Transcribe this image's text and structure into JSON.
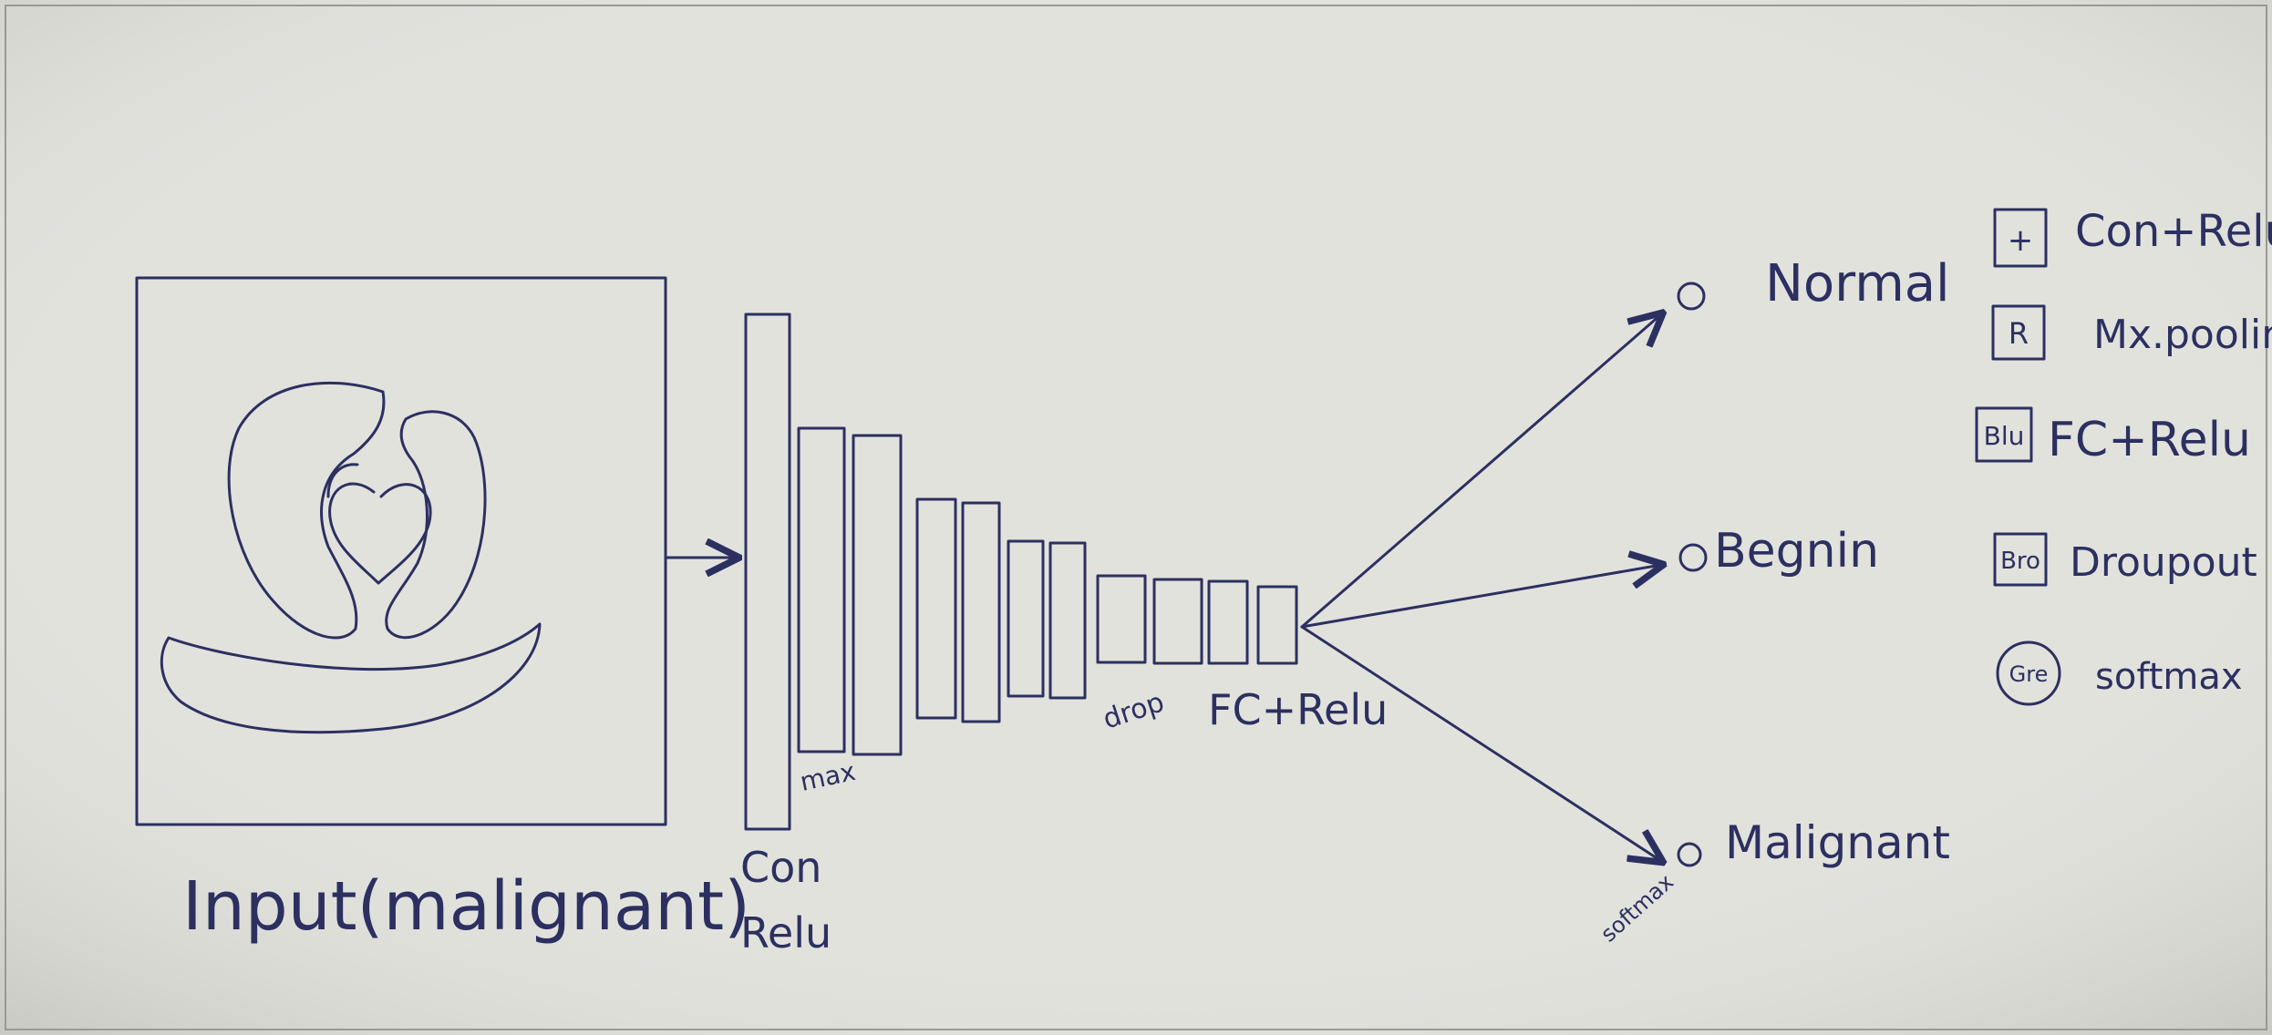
{
  "input": {
    "label": "Input(malignant)"
  },
  "layer_labels": {
    "conv": "Con",
    "relu": "Relu",
    "max": "max",
    "drop": "drop",
    "fc": "FC+Relu"
  },
  "outputs": [
    {
      "label": "Normal"
    },
    {
      "label": "Begnin"
    },
    {
      "label": "Malignant"
    }
  ],
  "softmax_label": "softmax",
  "legend": [
    {
      "icon_text": "+",
      "label": "Con+Relu"
    },
    {
      "icon_text": "R",
      "label": "Mx.pooling"
    },
    {
      "icon_text": "Blu",
      "label": "FC+Relu"
    },
    {
      "icon_text": "Bro",
      "label": "Droupout"
    },
    {
      "icon_text": "Gre",
      "label": "softmax"
    }
  ],
  "colors": {
    "paper": "#e2e2dd",
    "ink": "#2c3060"
  }
}
